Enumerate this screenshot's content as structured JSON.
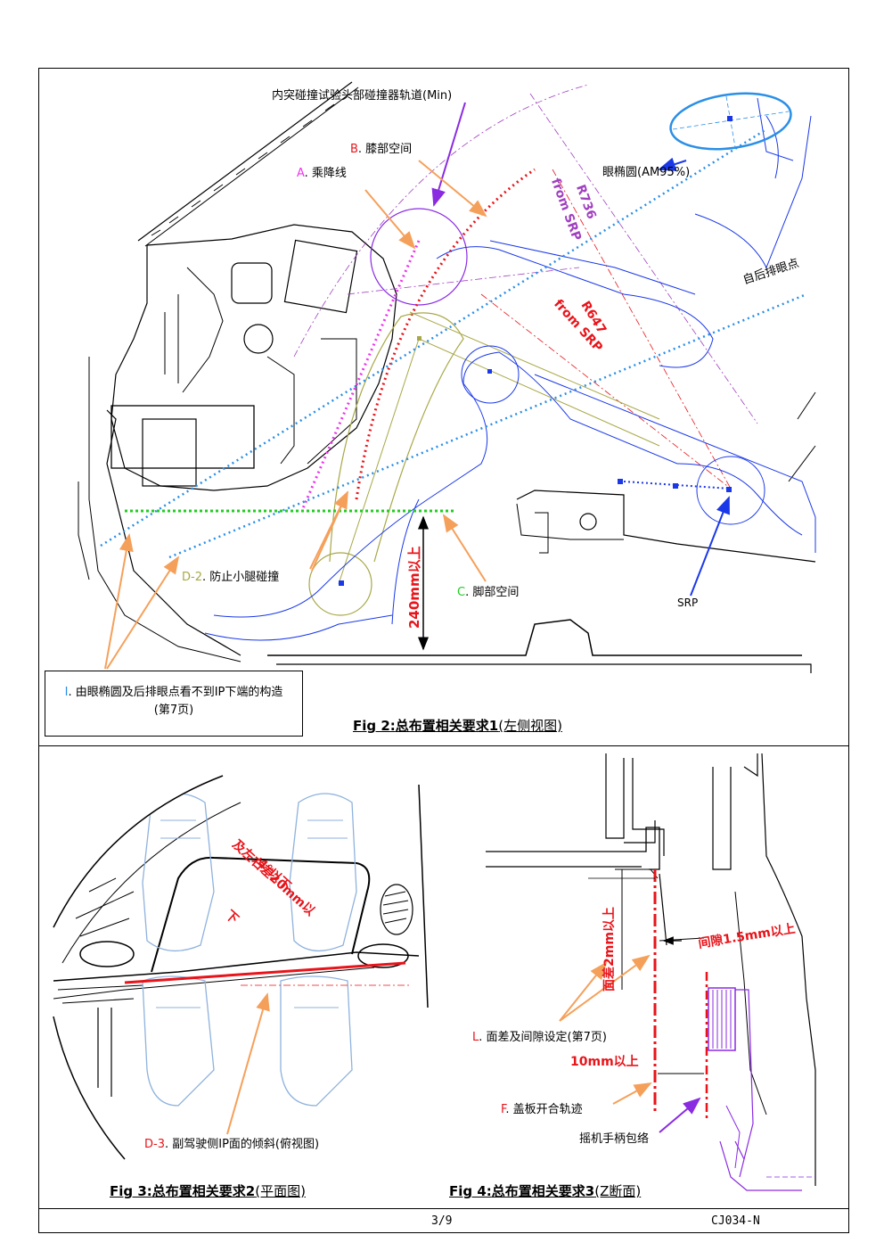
{
  "colors": {
    "red": "#e8141a",
    "blue": "#1a38e8",
    "sky": "#2a8fe6",
    "orange": "#f5a05a",
    "violet": "#8a2be2",
    "magenta": "#ee33ee",
    "green": "#22cc22",
    "olive": "#a8a848",
    "light_blue": "#8fb2dd"
  },
  "fig2": {
    "caption_prefix": "Fig 2:",
    "caption_main": "总布置相关要求1",
    "caption_paren": "(左侧视图)",
    "labels": {
      "head_impact": "内突碰撞试验头部碰撞器轨道(Min)",
      "knee_tag": "B",
      "knee": ". 膝部空间",
      "ingress_tag": "A",
      "ingress": ". 乘降线",
      "eye_ellipse": "眼椭圆(AM95%)",
      "rear_eye": "自后排眼点",
      "leg_tag": "D-2",
      "leg": ". 防止小腿碰撞",
      "foot_tag": "C",
      "foot": ". 脚部空间",
      "srp": "SRP",
      "clearance": "240mm以上",
      "r736": "R736",
      "r736_from": "from SRP",
      "r647": "R647",
      "r647_from": "from SRP"
    },
    "note_tag": "I",
    "note_line1": ". 由眼椭圆及后排眼点看不到IP下端的构造",
    "note_line2": "(第7页)"
  },
  "fig3": {
    "caption_prefix": "Fig 3:",
    "caption_main": "总布置相关要求2",
    "caption_paren": "(平面图)",
    "labels": {
      "angle_line1": "4°以下",
      "angle_line2": "及左右差20mm以",
      "angle_line3": "下",
      "tilt_tag": "D-3",
      "tilt": ". 副驾驶侧IP面的倾斜(俯视图)"
    }
  },
  "fig4": {
    "caption_prefix": "Fig 4:",
    "caption_main": "总布置相关要求3",
    "caption_paren": "(Z断面)",
    "labels": {
      "step": "面差2mm以上",
      "gap": "间隙1.5mm以上",
      "gap_tag": "L",
      "gap_setting": ". 面差及间隙设定(第7页)",
      "ten_mm": "10mm以上",
      "lid_tag": "F",
      "lid": ". 盖板开合轨迹",
      "crank": "摇机手柄包络"
    }
  },
  "footer": {
    "page": "3/9",
    "doc_id": "CJ034-N"
  }
}
